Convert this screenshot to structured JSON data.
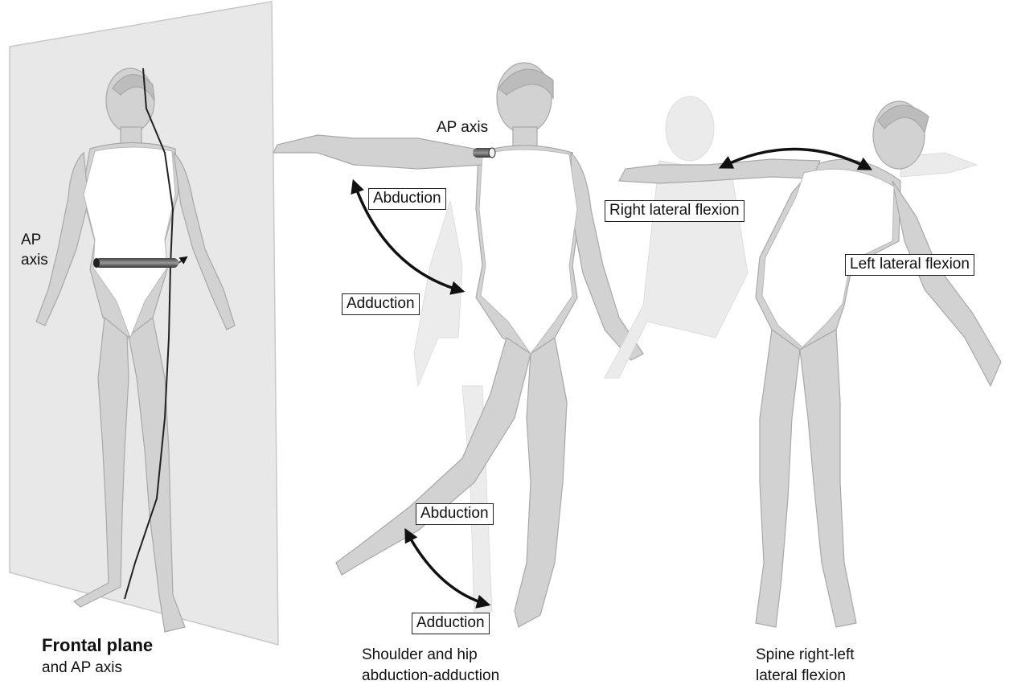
{
  "panels": [
    {
      "caption_title": "Frontal plane",
      "caption_line": "and AP axis",
      "axis_label_1": "AP",
      "axis_label_2": "axis"
    },
    {
      "axis_label": "AP axis",
      "shoulder_abduction": "Abduction",
      "shoulder_adduction": "Adduction",
      "hip_abduction": "Abduction",
      "hip_adduction": "Adduction",
      "caption_line_1": "Shoulder and hip",
      "caption_line_2": "abduction-adduction"
    },
    {
      "right_label": "Right lateral flexion",
      "left_label": "Left lateral flexion",
      "caption_line_1": "Spine right-left",
      "caption_line_2": "lateral flexion"
    }
  ],
  "colors": {
    "skin": "#d2d2d2",
    "skin_shadow": "#a9a9a9",
    "leotard": "#ffffff",
    "plane": "#e6e6e6",
    "arrow": "#111111"
  }
}
